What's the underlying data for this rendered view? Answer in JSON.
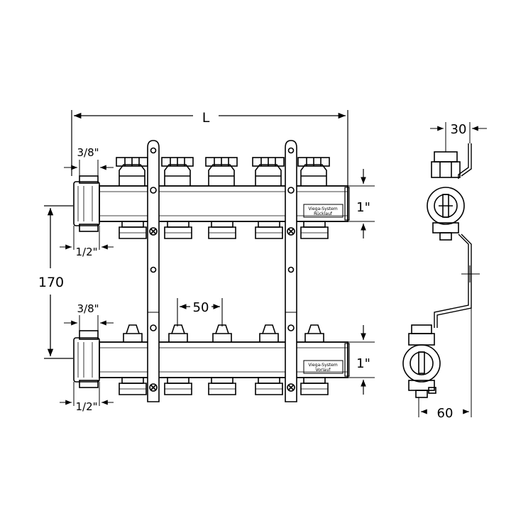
{
  "dimensions": {
    "length": "L",
    "height": "170",
    "spacing": "50",
    "top_diameter": "1\"",
    "bottom_diameter": "1\"",
    "top_small_upper": "3/8\"",
    "top_small_lower": "1/2\"",
    "bottom_small_upper": "3/8\"",
    "bottom_small_lower": "1/2\"",
    "side_top": "30",
    "side_bottom": "60"
  },
  "labels": {
    "top_plate_line1": "Viega-System",
    "top_plate_line2": "Rücklauf",
    "bottom_plate_line1": "Viega-System",
    "bottom_plate_line2": "Vorlauf"
  }
}
